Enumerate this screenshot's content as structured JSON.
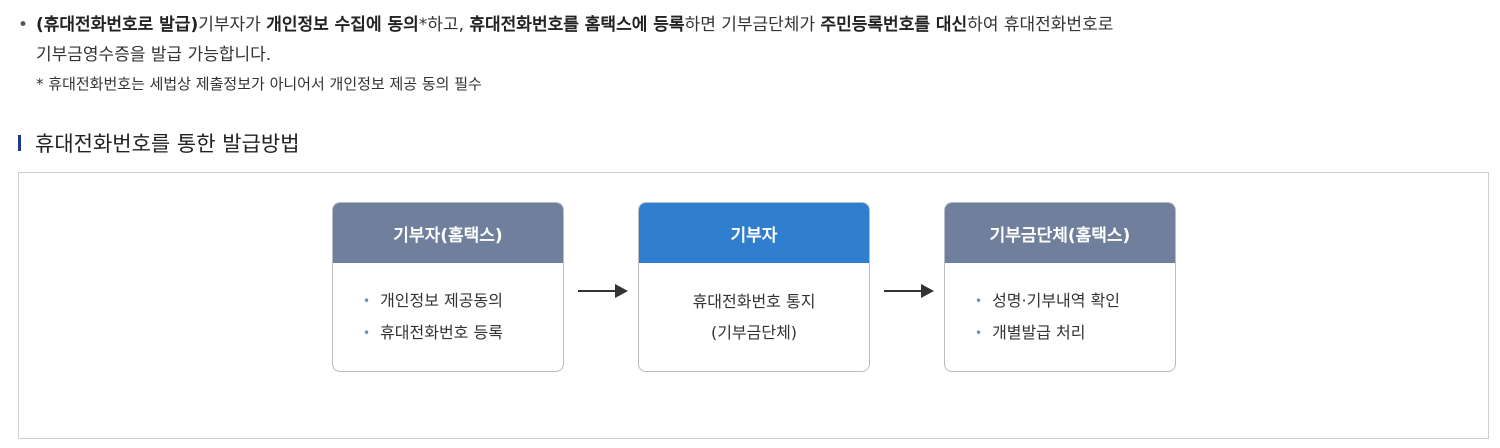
{
  "notice": {
    "bullet_symbol": "•",
    "segments": [
      {
        "text": "(휴대전화번호로 발급)",
        "bold": true
      },
      {
        "text": "기부자가 ",
        "bold": false
      },
      {
        "text": "개인정보 수집에 동의",
        "bold": true
      },
      {
        "text": "*하고, ",
        "bold": false
      },
      {
        "text": "휴대전화번호를 홈택스에 등록",
        "bold": true
      },
      {
        "text": "하면 기부금단체가 ",
        "bold": false
      },
      {
        "text": "주민등록번호를 대신",
        "bold": true
      },
      {
        "text": "하여 휴대전화번호로",
        "bold": false
      }
    ],
    "line2": "기부금영수증을 발급 가능합니다.",
    "footnote": "* 휴대전화번호는 세법상 제출정보가 아니어서 개인정보 제공 동의 필수"
  },
  "section": {
    "title": "휴대전화번호를 통한 발급방법"
  },
  "flow": {
    "steps": [
      {
        "header": "기부자(홈택스)",
        "header_color": "#6f7f9c",
        "items": [
          "개인정보 제공동의",
          "휴대전화번호 등록"
        ]
      },
      {
        "header": "기부자",
        "header_color": "#2f7fce",
        "lines": [
          "휴대전화번호 통지",
          "(기부금단체)"
        ]
      },
      {
        "header": "기부금단체(홈택스)",
        "header_color": "#6f7f9c",
        "items": [
          "성명·기부내역 확인",
          "개별발급 처리"
        ]
      }
    ],
    "bullet_color": "#6a8bc4",
    "arrow_icon": "right-arrow-icon"
  }
}
